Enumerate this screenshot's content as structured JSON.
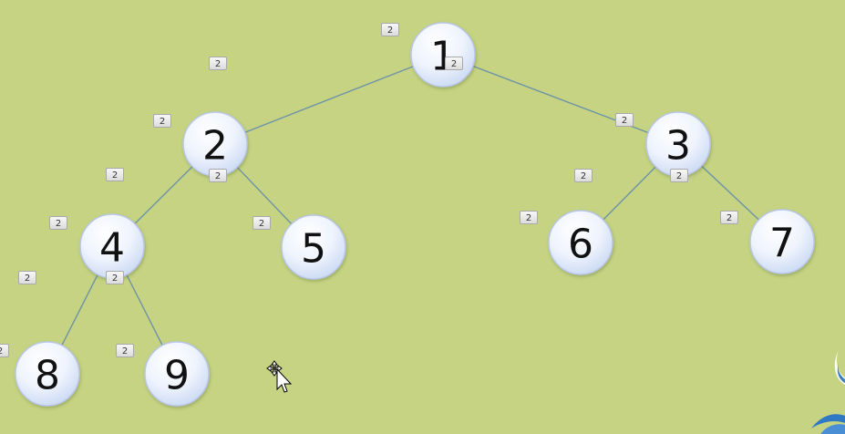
{
  "tree": {
    "nodes": [
      {
        "id": "n1",
        "label": "1"
      },
      {
        "id": "n2",
        "label": "2"
      },
      {
        "id": "n3",
        "label": "3"
      },
      {
        "id": "n4",
        "label": "4"
      },
      {
        "id": "n5",
        "label": "5"
      },
      {
        "id": "n6",
        "label": "6"
      },
      {
        "id": "n7",
        "label": "7"
      },
      {
        "id": "n8",
        "label": "8"
      },
      {
        "id": "n9",
        "label": "9"
      }
    ],
    "edges": [
      [
        "n1",
        "n2"
      ],
      [
        "n1",
        "n3"
      ],
      [
        "n2",
        "n4"
      ],
      [
        "n2",
        "n5"
      ],
      [
        "n3",
        "n6"
      ],
      [
        "n3",
        "n7"
      ],
      [
        "n4",
        "n8"
      ],
      [
        "n4",
        "n9"
      ]
    ]
  },
  "badges": {
    "label": "2",
    "count": 18
  },
  "colors": {
    "background": "#c5d382",
    "edge": "#6f93a8",
    "node_fill_top": "#ffffff",
    "node_fill_bottom": "#c9d8f3"
  },
  "cursor": {
    "icon": "move-cursor-icon"
  }
}
